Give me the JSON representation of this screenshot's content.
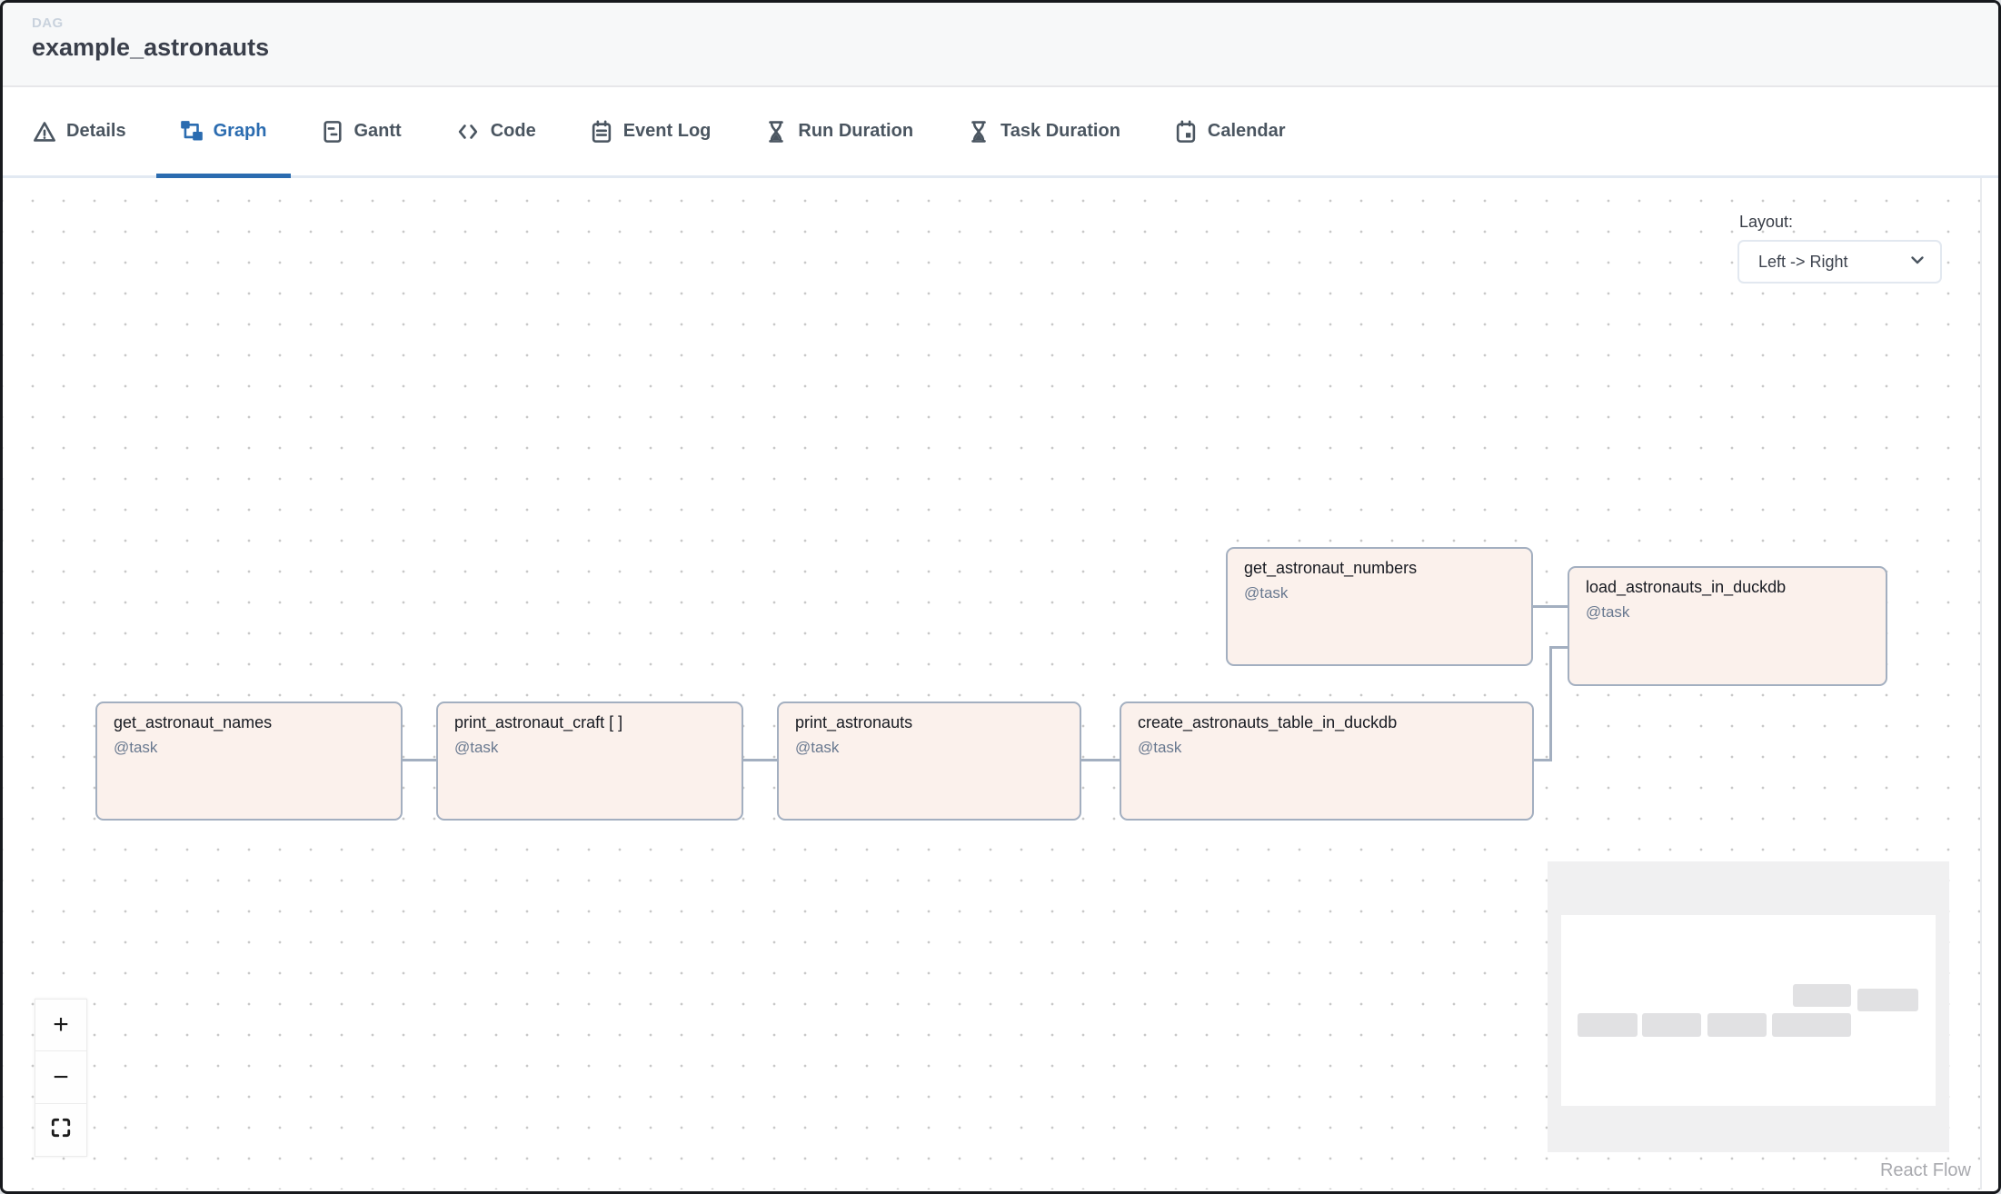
{
  "header": {
    "kicker": "DAG",
    "title": "example_astronauts"
  },
  "tabs": [
    {
      "label": "Details",
      "icon": "warning-triangle-icon",
      "active": false
    },
    {
      "label": "Graph",
      "icon": "graph-icon",
      "active": true
    },
    {
      "label": "Gantt",
      "icon": "gantt-icon",
      "active": false
    },
    {
      "label": "Code",
      "icon": "code-icon",
      "active": false
    },
    {
      "label": "Event Log",
      "icon": "event-log-icon",
      "active": false
    },
    {
      "label": "Run Duration",
      "icon": "hourglass-icon",
      "active": false
    },
    {
      "label": "Task Duration",
      "icon": "hourglass-icon",
      "active": false
    },
    {
      "label": "Calendar",
      "icon": "calendar-icon",
      "active": false
    }
  ],
  "layout_control": {
    "label": "Layout:",
    "value": "Left -> Right",
    "icon": "chevron-down-icon"
  },
  "graph": {
    "nodes": [
      {
        "id": "get_astronaut_names",
        "title": "get_astronaut_names",
        "decorator": "@task"
      },
      {
        "id": "print_astronaut_craft",
        "title": "print_astronaut_craft [ ]",
        "decorator": "@task"
      },
      {
        "id": "print_astronauts",
        "title": "print_astronauts",
        "decorator": "@task"
      },
      {
        "id": "create_astronauts_table_in_duckdb",
        "title": "create_astronauts_table_in_duckdb",
        "decorator": "@task"
      },
      {
        "id": "get_astronaut_numbers",
        "title": "get_astronaut_numbers",
        "decorator": "@task"
      },
      {
        "id": "load_astronauts_in_duckdb",
        "title": "load_astronauts_in_duckdb",
        "decorator": "@task"
      }
    ],
    "edges": [
      "get_astronaut_names -> print_astronaut_craft",
      "print_astronaut_craft -> print_astronauts",
      "print_astronauts -> create_astronauts_table_in_duckdb",
      "create_astronauts_table_in_duckdb -> load_astronauts_in_duckdb",
      "get_astronaut_numbers -> load_astronauts_in_duckdb"
    ]
  },
  "controls": {
    "zoom_in": "+",
    "zoom_out": "−",
    "fit_view": "fit view"
  },
  "attribution": "React Flow",
  "colors": {
    "accent_blue": "#2b6cb0",
    "node_fill": "#fbf1ec",
    "node_border": "#a3afc0",
    "edge": "#a3afc0",
    "kicker_gray": "#c9d2dd"
  }
}
